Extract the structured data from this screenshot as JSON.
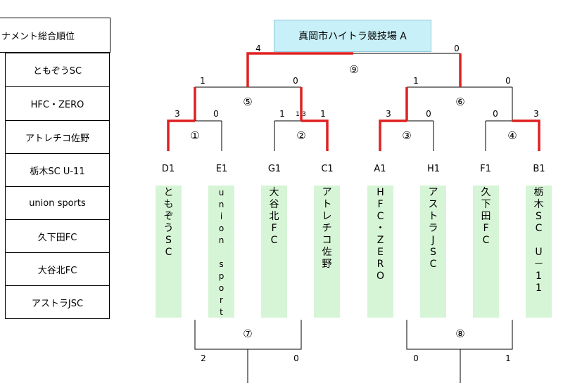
{
  "ranking": {
    "header": "ナメント総合順位",
    "entries": [
      "ともぞうSC",
      "HFC・ZERO",
      "アトレチコ佐野",
      "栃木SC U-11",
      "union sports",
      "久下田FC",
      "大谷北FC",
      "アストラJSC"
    ]
  },
  "venue": "真岡市ハイトラ競技場 A",
  "matches": {
    "m1": "①",
    "m2": "②",
    "m3": "③",
    "m4": "④",
    "m5": "⑤",
    "m6": "⑥",
    "m7": "⑦",
    "m8": "⑧",
    "m9": "⑨"
  },
  "scores": {
    "m1_left": "3",
    "m1_right": "0",
    "m2_left": "1",
    "m2_left_pk": "1",
    "m2_right_pk": "3",
    "m2_right": "1",
    "m3_left": "3",
    "m3_right": "0",
    "m4_left": "0",
    "m4_right": "3",
    "m5_left": "1",
    "m5_right": "0",
    "m6_left": "1",
    "m6_right": "0",
    "m9_left": "4",
    "m9_right": "0",
    "m7_left": "2",
    "m7_right": "0",
    "m8_left": "0",
    "m8_right": "1"
  },
  "seeds": [
    "D1",
    "E1",
    "G1",
    "C1",
    "A1",
    "H1",
    "F1",
    "B1"
  ],
  "teams": [
    [
      "と",
      "も",
      "ぞ",
      "う",
      "S",
      "C"
    ],
    [
      "u",
      "n",
      "i",
      "o",
      "n",
      "",
      "s",
      "p",
      "o",
      "r",
      "t"
    ],
    [
      "大",
      "谷",
      "北",
      "F",
      "C"
    ],
    [
      "ア",
      "ト",
      "レ",
      "チ",
      "コ",
      "佐",
      "野"
    ],
    [
      "H",
      "F",
      "C",
      "・",
      "Z",
      "E",
      "R",
      "O"
    ],
    [
      "ア",
      "ス",
      "ト",
      "ラ",
      "J",
      "S",
      "C"
    ],
    [
      "久",
      "下",
      "田",
      "F",
      "C"
    ],
    [
      "栃",
      "木",
      "S",
      "C",
      "",
      "U",
      "－",
      "1",
      "1"
    ]
  ],
  "colors": {
    "winner_line": "#e02020",
    "normal_line": "#000000",
    "venue_bg": "#c8f0f8",
    "team_bg": "#d6f5d6"
  }
}
